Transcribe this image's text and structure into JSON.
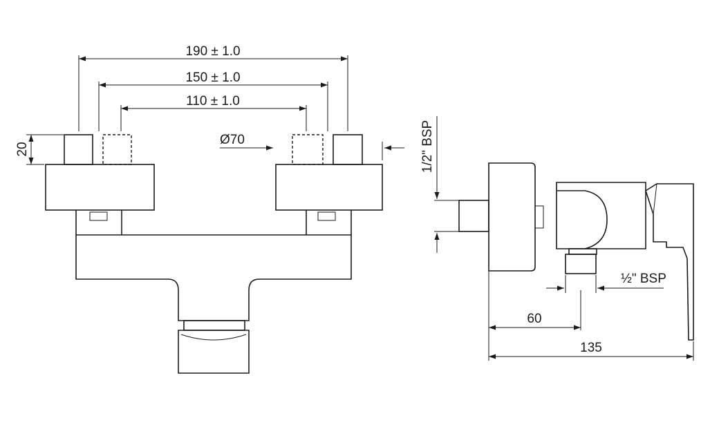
{
  "dimensions": {
    "width_190": "190 ± 1.0",
    "width_150": "150 ± 1.0",
    "width_110": "110 ± 1.0",
    "diameter": "Ø70",
    "height_20": "20",
    "inlet_bsp": "1/2\" BSP",
    "outlet_bsp": "½\" BSP",
    "depth_60": "60",
    "depth_135": "135"
  },
  "colors": {
    "line": "#1a1a1a",
    "background": "#ffffff"
  }
}
